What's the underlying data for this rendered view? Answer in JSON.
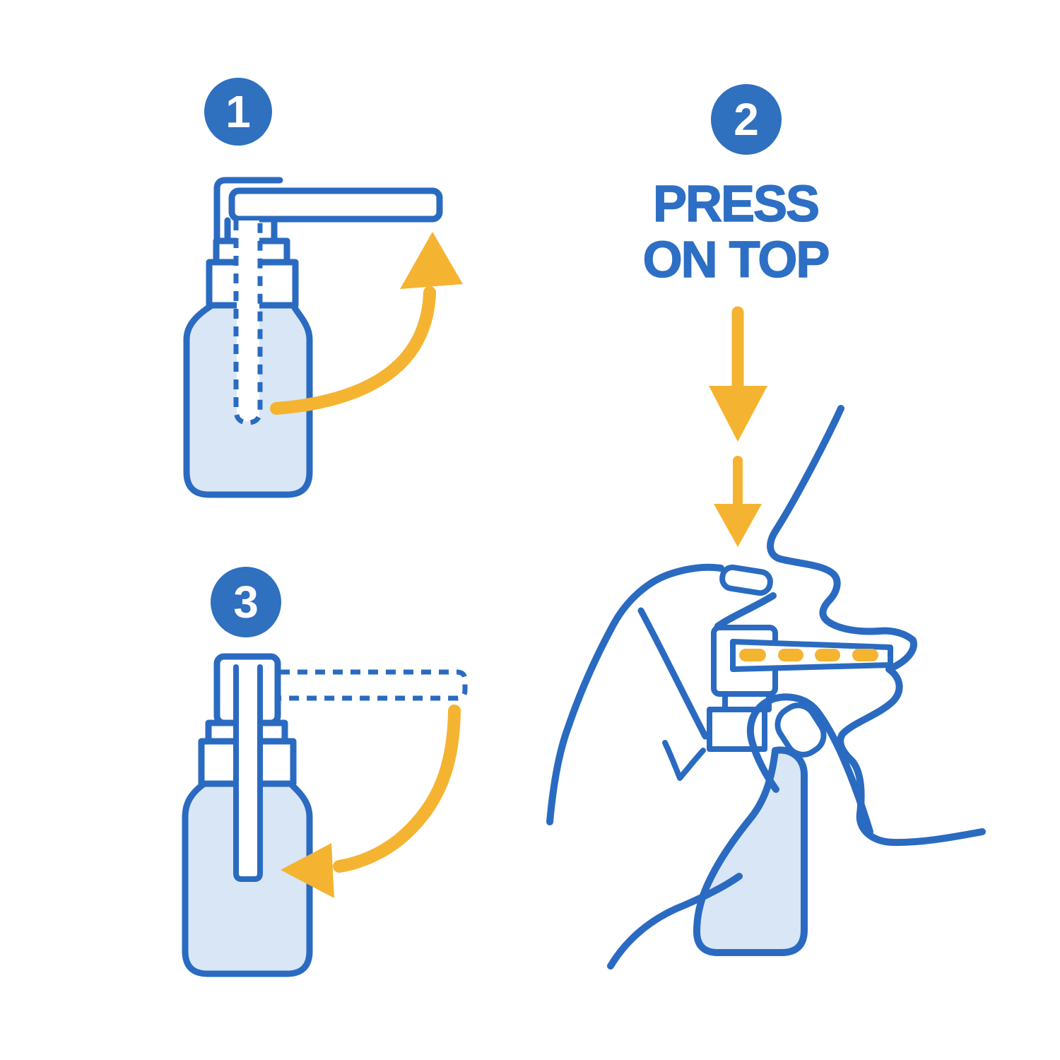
{
  "figure": {
    "type": "spray-usage-instructions",
    "background": "#ffffff",
    "colors": {
      "outline_blue": "#2a6bc1",
      "badge_blue": "#2f70bf",
      "text_blue": "#2d6fc4",
      "bottle_fill": "#d9e6f6",
      "accent_yellow": "#f4b431",
      "bg": "#ffffff"
    },
    "steps": [
      {
        "number": "1",
        "illustration": "spray-bottle-with-nozzle-arm-extended",
        "arrow": "curved-arrow-up",
        "meaning": "rotate nozzle arm up"
      },
      {
        "number": "2",
        "label_line1": "PRESS",
        "label_line2": "ON TOP",
        "illustration": "hand-holding-spray-in-open-mouth",
        "arrow": "two-down-arrows",
        "spray_dashes": 4
      },
      {
        "number": "3",
        "illustration": "spray-bottle-with-nozzle-arm-folded",
        "arrow": "curved-arrow-down-left",
        "meaning": "rotate nozzle arm back down"
      }
    ]
  }
}
